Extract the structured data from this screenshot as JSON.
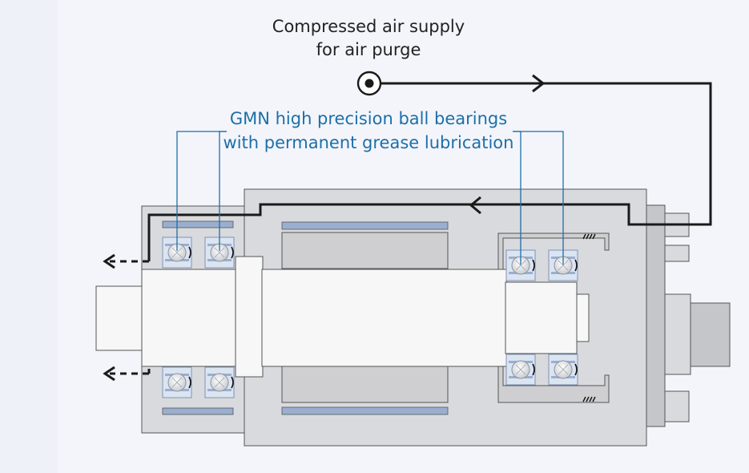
{
  "diagram": {
    "air_label": {
      "line1": "Compressed air supply",
      "line2": "for air purge"
    },
    "bearing_label": {
      "line1": "GMN high precision ball bearings",
      "line2": "with permanent grease lubrication"
    },
    "colors": {
      "background_left": "#eef1f8",
      "background_panel": "#f3f5fb",
      "housing": "#d9dadd",
      "housing_dark": "#c5c6c9",
      "stator": "#cfcfd2",
      "shaft": "#f7f7f7",
      "blue_strip": "#9aafd0",
      "bearing_fill": "#dbe4f1",
      "ball": "#e3e6ea",
      "air_path": "#1a1a1a",
      "leader_line": "#1d6fa8",
      "outline": "#555555"
    }
  }
}
